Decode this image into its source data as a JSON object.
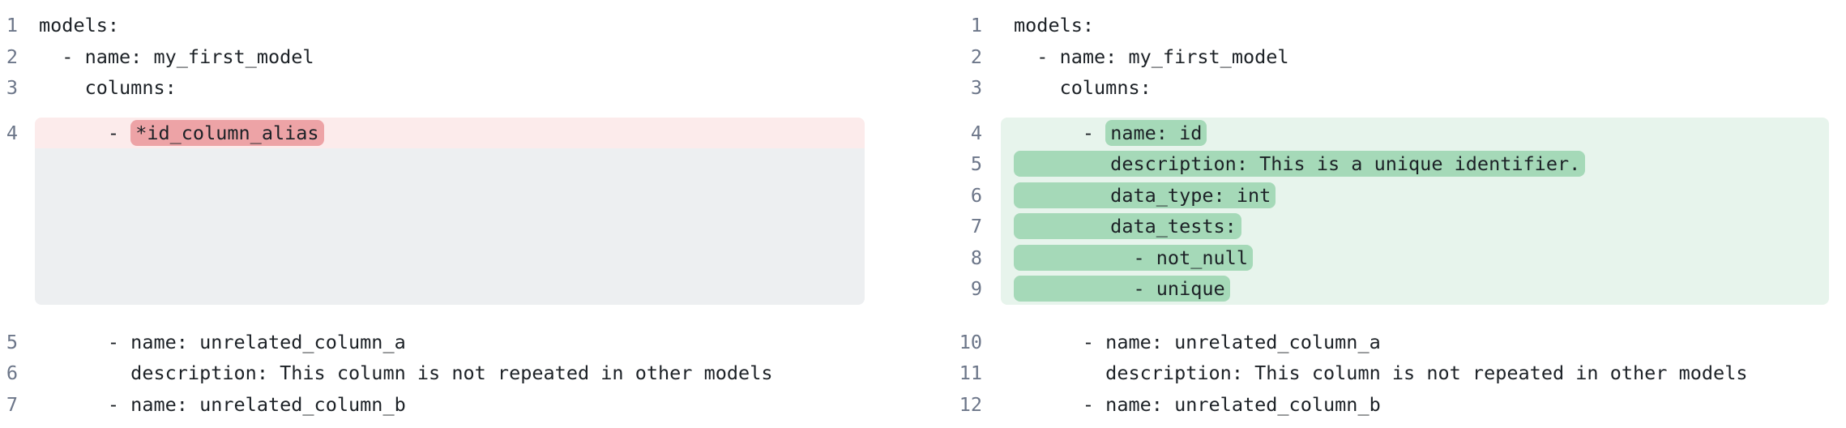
{
  "colors": {
    "background": "#ffffff",
    "code_text": "#1c2126",
    "line_number": "#6c7689",
    "removed_row_bg": "#fcebeb",
    "removed_token_bg": "#eda3a6",
    "added_row_bg": "#e7f4ec",
    "added_token_bg": "#a5d9b8",
    "collapsed_placeholder_bg": "#edeff1"
  },
  "panes": [
    {
      "id": "old",
      "lines": [
        {
          "num": "1",
          "kind": "context",
          "text": "models:"
        },
        {
          "num": "2",
          "kind": "context",
          "text": "  - name: my_first_model"
        },
        {
          "num": "3",
          "kind": "context",
          "text": "    columns:"
        },
        {
          "num": "4",
          "kind": "removed",
          "pre": "      - ",
          "mark": "*id_column_alias"
        },
        {
          "kind": "spacer"
        },
        {
          "num": "5",
          "kind": "context",
          "text": "      - name: unrelated_column_a"
        },
        {
          "num": "6",
          "kind": "context",
          "text": "        description: This column is not repeated in other models"
        },
        {
          "num": "7",
          "kind": "context",
          "text": "      - name: unrelated_column_b"
        }
      ]
    },
    {
      "id": "new",
      "lines": [
        {
          "num": "1",
          "kind": "context",
          "text": "models:"
        },
        {
          "num": "2",
          "kind": "context",
          "text": "  - name: my_first_model"
        },
        {
          "num": "3",
          "kind": "context",
          "text": "    columns:"
        },
        {
          "num": "4",
          "kind": "added",
          "pre": "      - ",
          "mark": "name: id"
        },
        {
          "num": "5",
          "kind": "added",
          "mark": "        description: This is a unique identifier."
        },
        {
          "num": "6",
          "kind": "added",
          "mark": "        data_type: int"
        },
        {
          "num": "7",
          "kind": "added",
          "mark": "        data_tests:"
        },
        {
          "num": "8",
          "kind": "added",
          "mark": "          - not_null"
        },
        {
          "num": "9",
          "kind": "added",
          "mark": "          - unique"
        },
        {
          "num": "10",
          "kind": "context",
          "text": "      - name: unrelated_column_a"
        },
        {
          "num": "11",
          "kind": "context",
          "text": "        description: This column is not repeated in other models"
        },
        {
          "num": "12",
          "kind": "context",
          "text": "      - name: unrelated_column_b"
        }
      ]
    }
  ]
}
